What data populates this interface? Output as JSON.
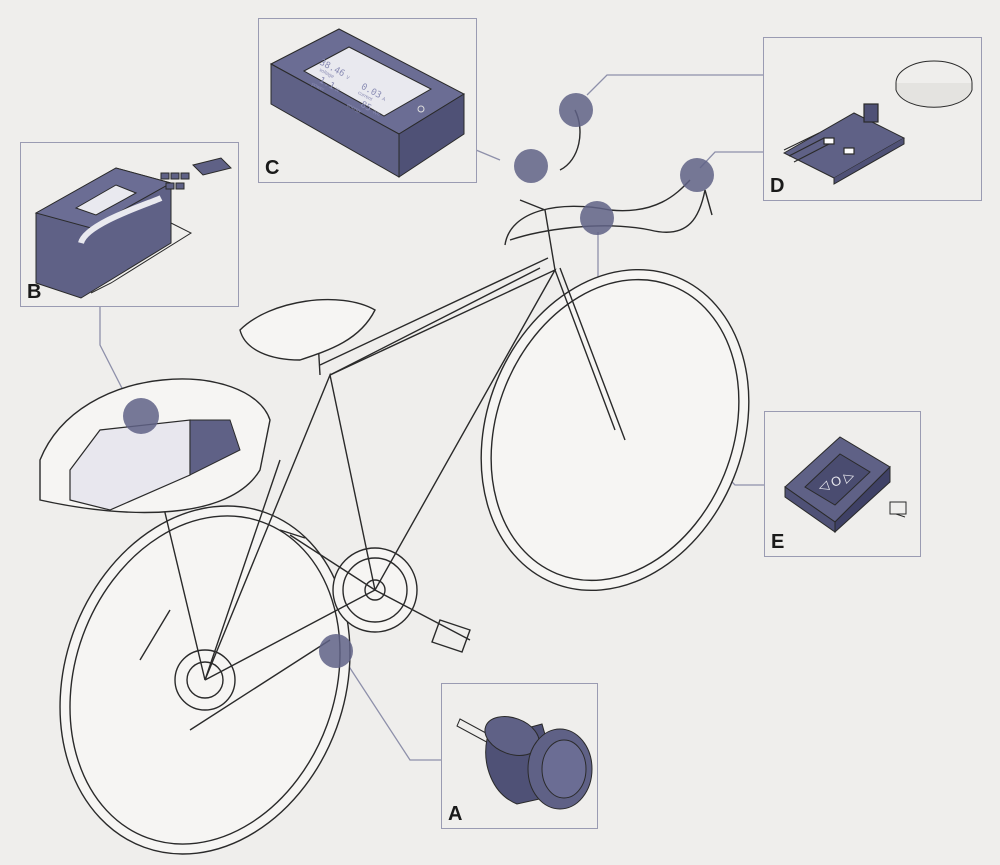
{
  "callouts": {
    "a": {
      "label": "A"
    },
    "b": {
      "label": "B"
    },
    "c": {
      "label": "C"
    },
    "d": {
      "label": "D"
    },
    "e": {
      "label": "E"
    }
  },
  "meter_display": {
    "voltage_value": "38.46",
    "voltage_unit": "V",
    "voltage_label": "voltage",
    "current_value": "0.03",
    "current_unit": "A",
    "current_label": "current",
    "power_value": "1.1",
    "power_unit": "W",
    "power_label": "power",
    "energy_value": "85",
    "energy_unit": "Wh",
    "energy_label": "energy"
  },
  "switch_symbols": "◁ O ▷",
  "colors": {
    "accent": "#5f6186",
    "highlight": "#6b6d94",
    "line": "#2a2a2a",
    "background": "#efeeec",
    "box_border": "#9a9bb2"
  }
}
